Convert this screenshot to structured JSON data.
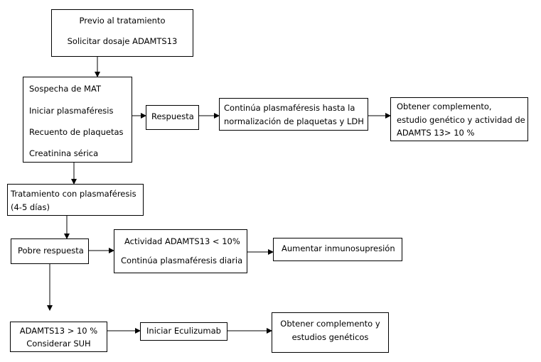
{
  "boxes": {
    "previo": {
      "lines": [
        "Previo al tratamiento",
        "Solicitar dosaje  ADAMTS13"
      ]
    },
    "sospecha": {
      "lines": [
        "Sospecha de MAT",
        "Iniciar plasmaféresis",
        "Recuento de plaquetas",
        "Creatinina sérica"
      ]
    },
    "respuesta": {
      "lines": [
        "Respuesta"
      ]
    },
    "continua": {
      "lines": [
        "Continúa plasmaféresis hasta la",
        "normalización de plaquetas y LDH"
      ]
    },
    "obtener1": {
      "lines": [
        "Obtener complemento,",
        "estudio genético y actividad de",
        "ADAMTS 13> 10 %"
      ]
    },
    "tratamiento": {
      "lines": [
        "Tratamiento con plasmaféresis",
        "(4-5 días)"
      ]
    },
    "pobre": {
      "lines": [
        "Pobre respuesta"
      ]
    },
    "actividad": {
      "lines": [
        "Actividad ADAMTS13 < 10%",
        "Continúa plasmaféresis diaria"
      ]
    },
    "aumentar": {
      "lines": [
        "Aumentar inmunosupresión"
      ]
    },
    "adamts": {
      "lines": [
        "ADAMTS13 > 10 %",
        "Considerar SUH"
      ]
    },
    "iniciar": {
      "lines": [
        "Iniciar Eculizumab"
      ]
    },
    "obtener2": {
      "lines": [
        "Obtener complemento y",
        "estudios genéticos"
      ]
    }
  }
}
